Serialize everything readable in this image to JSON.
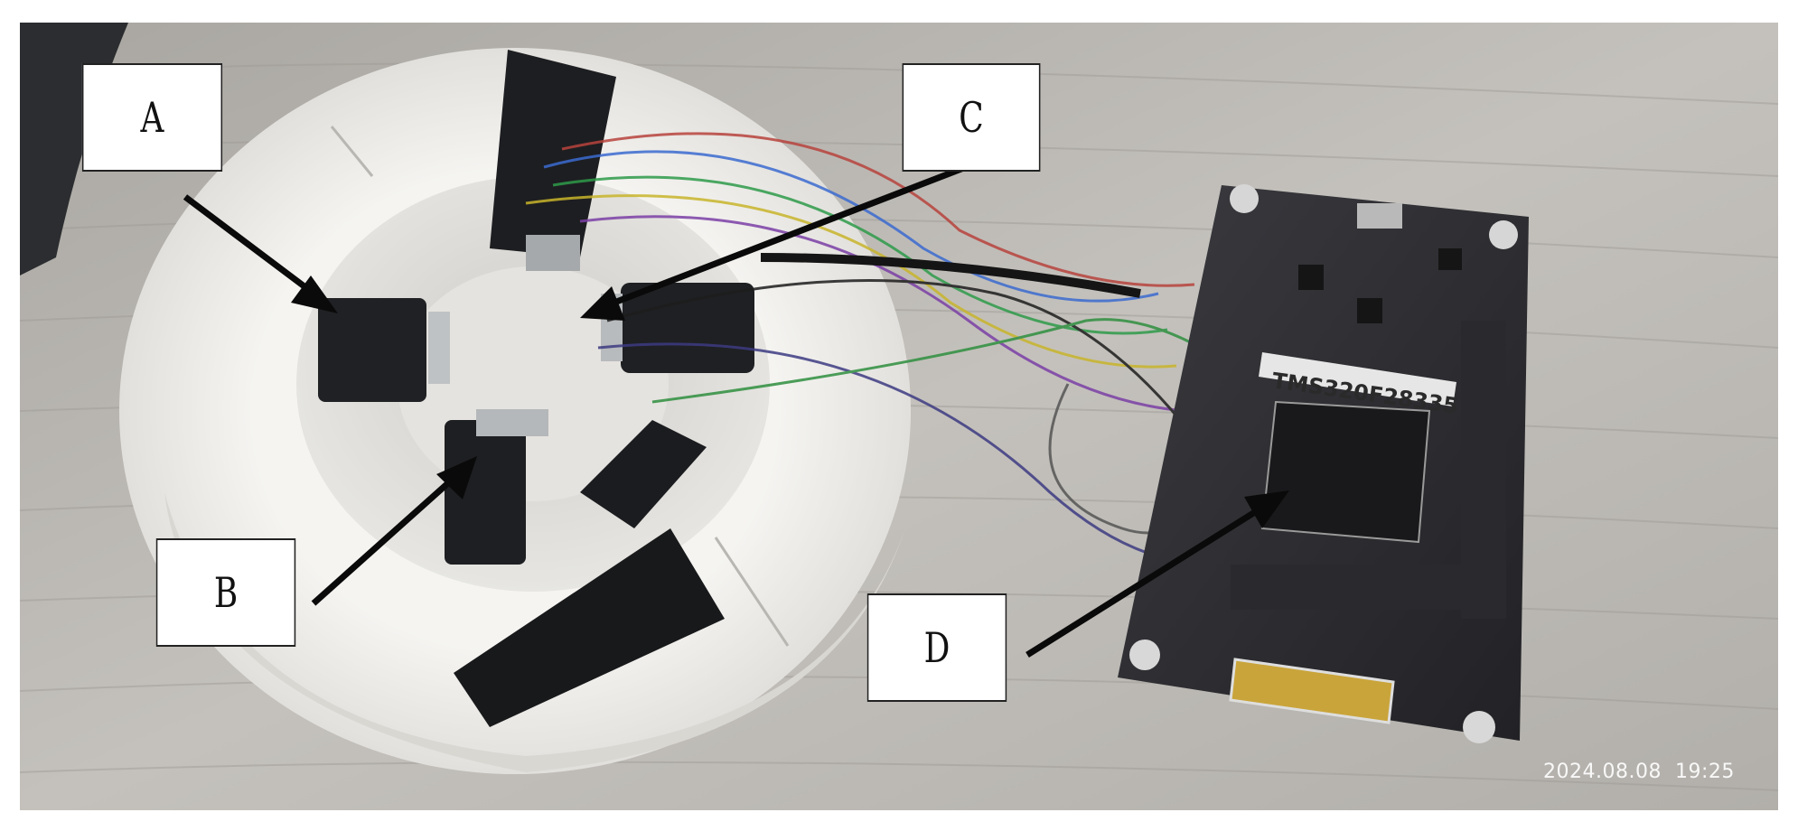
{
  "labels": {
    "a": "A",
    "b": "B",
    "c": "C",
    "d": "D"
  },
  "board": {
    "chip_marking": "TMS320F28335"
  },
  "photo": {
    "timestamp": "2024.08.08  19:25"
  },
  "colors": {
    "wood": "#bdbab5",
    "foam_ring": "#f2f1ee",
    "pcb": "#2a2a2e",
    "arrow": "#0a0a0a",
    "label_bg": "#ffffff"
  }
}
